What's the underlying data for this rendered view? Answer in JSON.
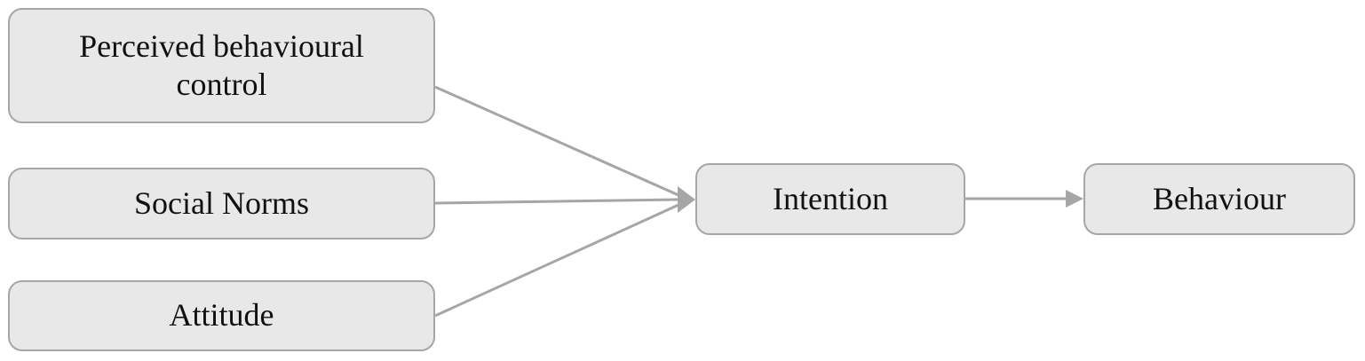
{
  "diagram": {
    "nodes": [
      {
        "id": "perceived_behavioural_control",
        "label": "Perceived behavioural control"
      },
      {
        "id": "social_norms",
        "label": "Social Norms"
      },
      {
        "id": "attitude",
        "label": "Attitude"
      },
      {
        "id": "intention",
        "label": "Intention"
      },
      {
        "id": "behaviour",
        "label": "Behaviour"
      }
    ],
    "edges": [
      {
        "from": "perceived_behavioural_control",
        "to": "intention"
      },
      {
        "from": "social_norms",
        "to": "intention"
      },
      {
        "from": "attitude",
        "to": "intention"
      },
      {
        "from": "intention",
        "to": "behaviour"
      }
    ],
    "colors": {
      "node_fill": "#e8e8e8",
      "node_border": "#a6a6a6",
      "edge": "#a6a6a6",
      "text": "#111111"
    }
  }
}
